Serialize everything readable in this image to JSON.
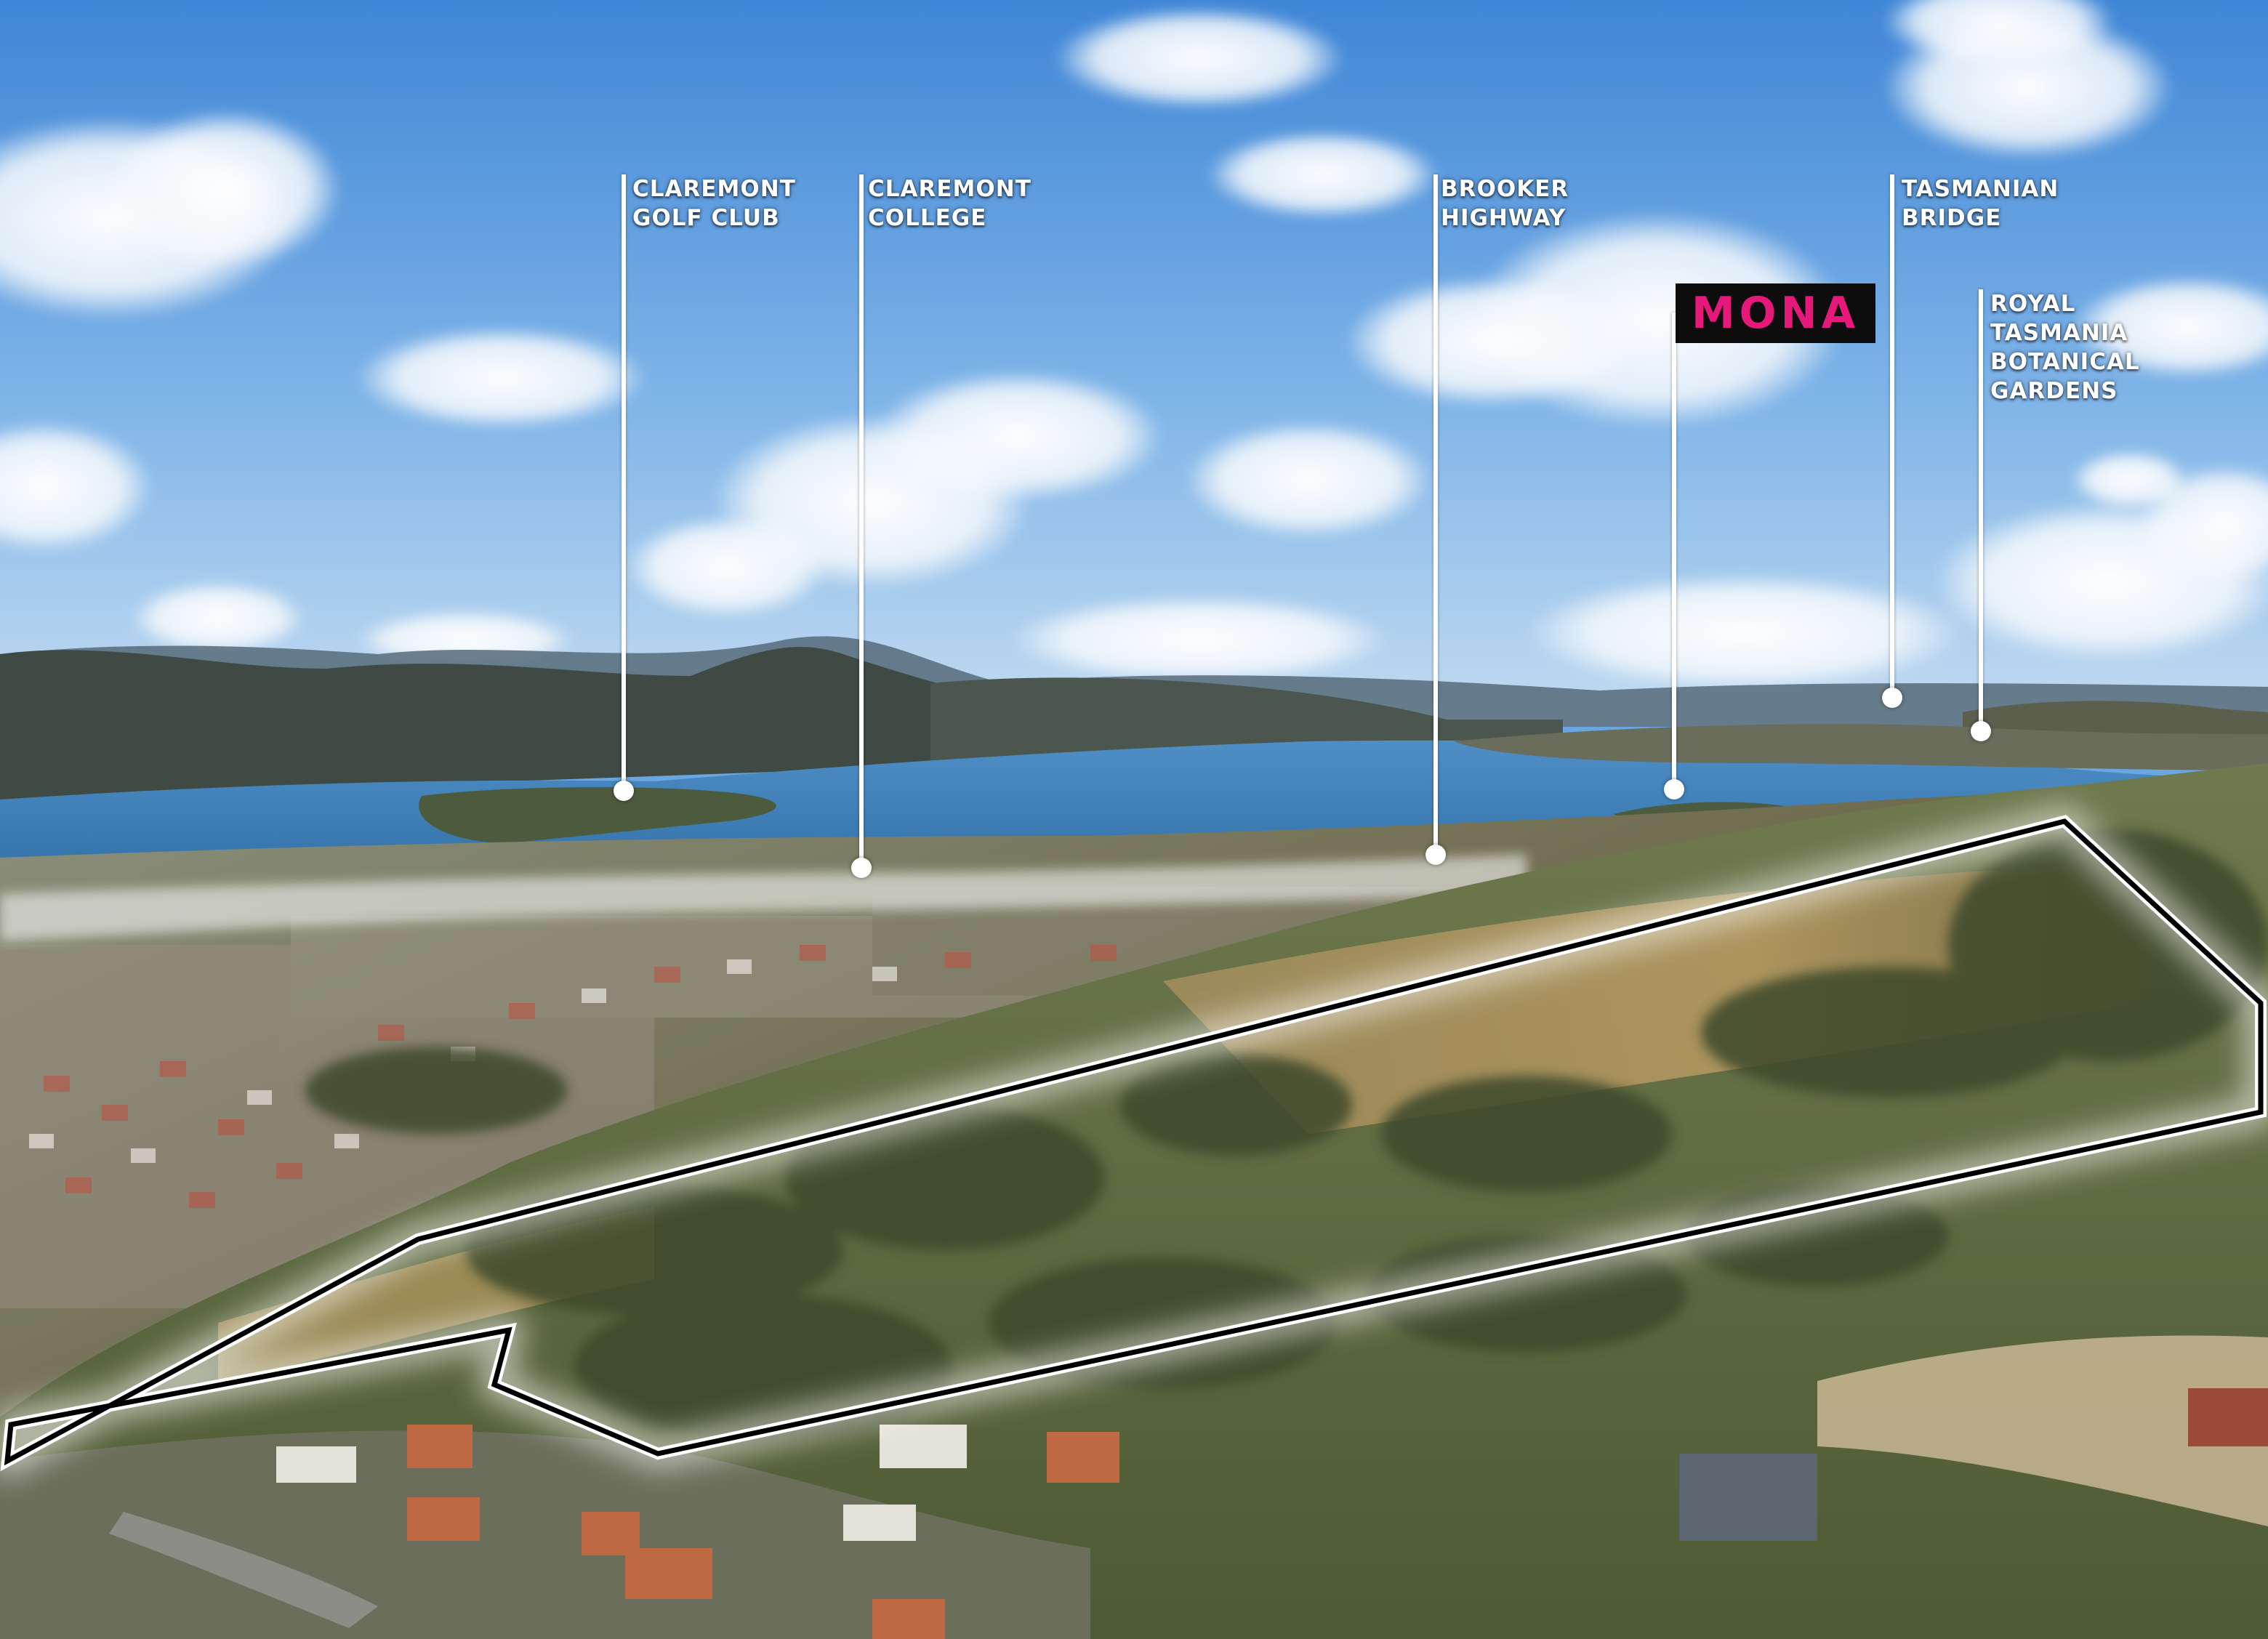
{
  "colors": {
    "sky_top": "#4f93db",
    "sky_bottom": "#a9cff0",
    "water": "#3d7fb8",
    "hills": "#3f4a44",
    "boundary_outline": "#000000",
    "boundary_halo": "#ffffff",
    "mona_brand": "#e6197a",
    "mona_box": "#0d0d0d"
  },
  "landmarks": [
    {
      "id": "claremont-golf-club",
      "line1": "CLAREMONT",
      "line2": "GOLF CLUB"
    },
    {
      "id": "claremont-college",
      "line1": "CLAREMONT",
      "line2": "COLLEGE"
    },
    {
      "id": "brooker-highway",
      "line1": "BROOKER",
      "line2": "HIGHWAY"
    },
    {
      "id": "tasmanian-bridge",
      "line1": "TASMANIAN",
      "line2": "BRIDGE"
    },
    {
      "id": "royal-tasmania-botanical-gardens",
      "line1": "ROYAL",
      "line2": "TASMANIA",
      "line3": "BOTANICAL",
      "line4": "GARDENS"
    }
  ],
  "mona": {
    "logo_text": "MONA"
  }
}
